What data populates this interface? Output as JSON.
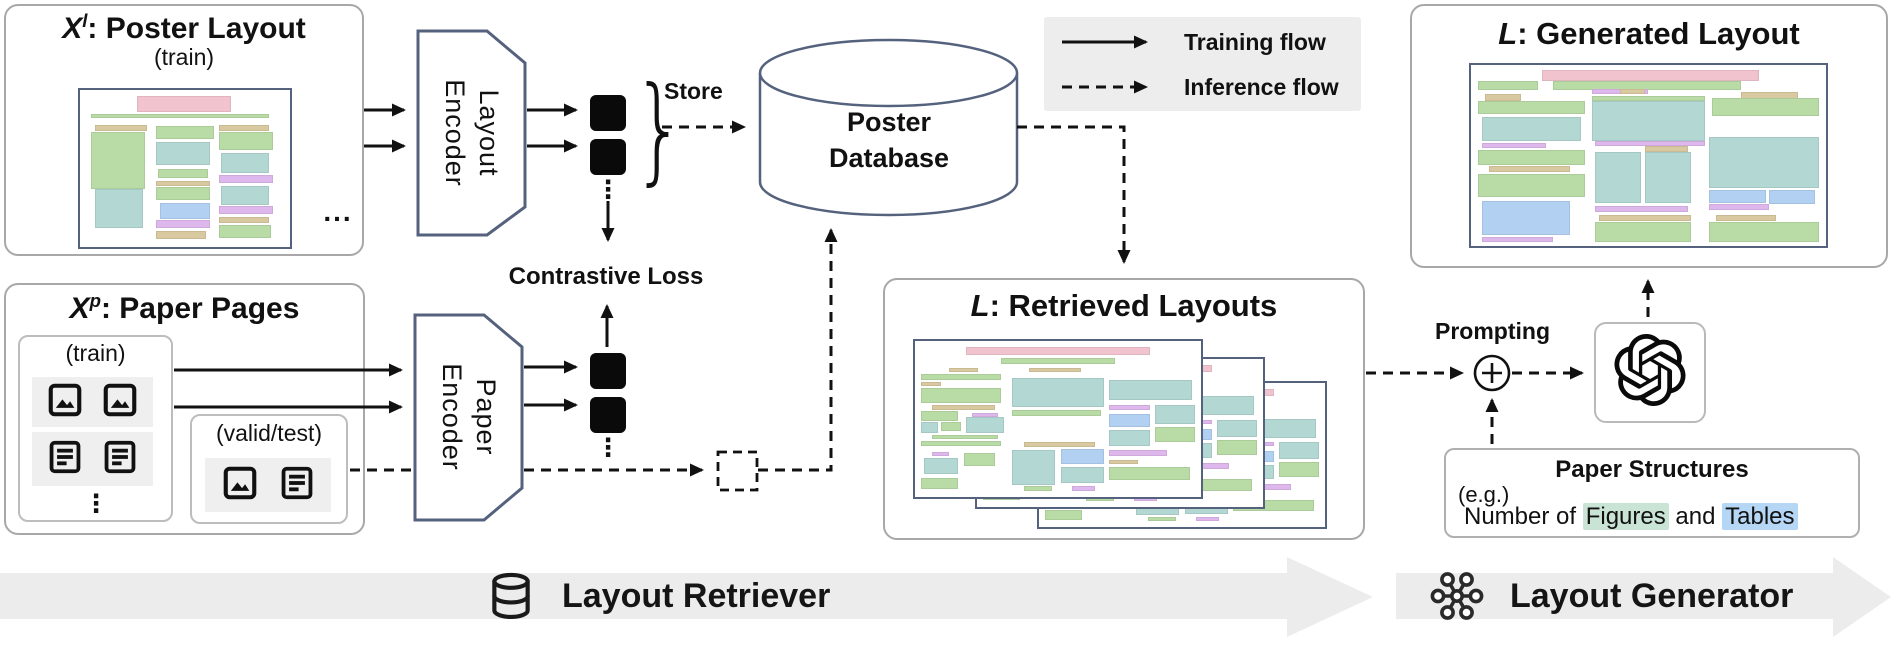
{
  "poster_layout_box": {
    "title_x": "X",
    "title_sup": "l",
    "title_rest": ": Poster Layout",
    "subtitle": "(train)"
  },
  "paper_pages_box": {
    "title_x": "X",
    "title_sup": "p",
    "title_rest": ": Paper Pages",
    "train_label": "(train)",
    "validtest_label": "(valid/test)"
  },
  "layout_encoder": {
    "line1": "Layout",
    "line2": "Encoder"
  },
  "paper_encoder": {
    "line1": "Paper",
    "line2": "Encoder"
  },
  "store_label": "Store",
  "contrastive_label": "Contrastive Loss",
  "database": {
    "line1": "Poster",
    "line2": "Database"
  },
  "legend": {
    "training": "Training flow",
    "inference": "Inference flow"
  },
  "retrieved_box": {
    "title_l": "L",
    "title_rest": ": Retrieved Layouts"
  },
  "generated_box": {
    "title_l": "L",
    "title_rest": ": Generated Layout"
  },
  "prompting_label": "Prompting",
  "plus_symbol": "+",
  "paper_structures": {
    "title": "Paper Structures",
    "eg": "(e.g.)",
    "text_parts": [
      "Number of ",
      "Figures",
      " and ",
      "Tables"
    ],
    "figures_highlight": "#c9e4d5",
    "tables_highlight": "#b5d6f5"
  },
  "banners": [
    {
      "label": "Layout Retriever",
      "icon": "database-icon"
    },
    {
      "label": "Layout Generator",
      "icon": "hub-icon"
    }
  ],
  "dots_h": "...",
  "dots_v": "⋮",
  "colors": {
    "box_border": "#a8a8a8",
    "shape_stroke": "#55627d",
    "legend_bg": "#ededed",
    "banner_bg": "#ececec",
    "arrow": "#111111"
  },
  "mockups": {
    "colors": {
      "g": "#b9dca6",
      "t": "#b3d8d3",
      "p": "#f0c3cf",
      "v": "#deb7ec",
      "b": "#b1d0f2",
      "k": "#d9c9a0"
    },
    "poster_train": [
      [
        27,
        4,
        45,
        10,
        "p"
      ],
      [
        5,
        15,
        85,
        3,
        "g"
      ],
      [
        7,
        22,
        25,
        4,
        "k"
      ],
      [
        5,
        27,
        26,
        36,
        "g"
      ],
      [
        7,
        63,
        23,
        25,
        "t"
      ],
      [
        36,
        23,
        28,
        8,
        "g"
      ],
      [
        36,
        33,
        26,
        15,
        "t"
      ],
      [
        37,
        50,
        24,
        6,
        "g"
      ],
      [
        36,
        58,
        26,
        3,
        "k"
      ],
      [
        36,
        62,
        26,
        8,
        "g"
      ],
      [
        38,
        72,
        24,
        10,
        "b"
      ],
      [
        36,
        83,
        26,
        5,
        "v"
      ],
      [
        36,
        90,
        24,
        5,
        "k"
      ],
      [
        66,
        22,
        24,
        4,
        "k"
      ],
      [
        66,
        27,
        26,
        11,
        "g"
      ],
      [
        67,
        40,
        23,
        13,
        "t"
      ],
      [
        66,
        54,
        26,
        5,
        "v"
      ],
      [
        67,
        61,
        23,
        12,
        "t"
      ],
      [
        66,
        74,
        26,
        5,
        "v"
      ],
      [
        66,
        81,
        24,
        4,
        "k"
      ],
      [
        66,
        86,
        25,
        8,
        "g"
      ]
    ],
    "generated": [
      [
        20,
        3,
        61,
        6,
        "p"
      ],
      [
        2,
        9,
        17,
        5,
        "g"
      ],
      [
        23,
        9,
        53,
        5,
        "g"
      ],
      [
        34,
        13,
        16,
        3,
        "v"
      ],
      [
        42,
        13,
        7,
        3,
        "k"
      ],
      [
        4,
        16,
        10,
        4,
        "k"
      ],
      [
        2,
        20,
        30,
        7,
        "g"
      ],
      [
        34,
        17,
        32,
        3,
        "g"
      ],
      [
        76,
        15,
        16,
        4,
        "k"
      ],
      [
        68,
        18,
        30,
        10,
        "g"
      ],
      [
        3,
        29,
        28,
        13,
        "t"
      ],
      [
        34,
        20,
        32,
        22,
        "t"
      ],
      [
        3,
        43,
        18,
        3,
        "v"
      ],
      [
        35,
        42,
        31,
        3,
        "v"
      ],
      [
        2,
        47,
        30,
        8,
        "g"
      ],
      [
        49,
        45,
        12,
        3,
        "k"
      ],
      [
        5,
        56,
        23,
        3,
        "k"
      ],
      [
        2,
        60,
        30,
        13,
        "g"
      ],
      [
        35,
        48,
        13,
        28,
        "t"
      ],
      [
        49,
        48,
        13,
        28,
        "t"
      ],
      [
        67,
        40,
        31,
        28,
        "t"
      ],
      [
        3,
        75,
        25,
        19,
        "b"
      ],
      [
        3,
        95,
        20,
        3,
        "v"
      ],
      [
        35,
        78,
        26,
        3,
        "v"
      ],
      [
        36,
        83,
        26,
        3,
        "k"
      ],
      [
        35,
        87,
        27,
        11,
        "g"
      ],
      [
        67,
        69,
        16,
        7,
        "b"
      ],
      [
        84,
        69,
        13,
        8,
        "b"
      ],
      [
        67,
        77,
        17,
        3,
        "v"
      ],
      [
        69,
        83,
        17,
        3,
        "k"
      ],
      [
        67,
        87,
        31,
        11,
        "g"
      ]
    ],
    "retrieved": [
      [
        18,
        4,
        64,
        5,
        "p"
      ],
      [
        30,
        11,
        40,
        4,
        "g"
      ],
      [
        12,
        17,
        10,
        3,
        "k"
      ],
      [
        40,
        17,
        18,
        3,
        "k"
      ],
      [
        2,
        21,
        28,
        4,
        "g"
      ],
      [
        2,
        26,
        7,
        3,
        "k"
      ],
      [
        2,
        30,
        28,
        10,
        "g"
      ],
      [
        34,
        24,
        32,
        18,
        "t"
      ],
      [
        68,
        25,
        29,
        13,
        "t"
      ],
      [
        6,
        41,
        22,
        3,
        "k"
      ],
      [
        2,
        45,
        13,
        6,
        "g"
      ],
      [
        20,
        46,
        9,
        3,
        "v"
      ],
      [
        34,
        44,
        31,
        4,
        "g"
      ],
      [
        68,
        41,
        14,
        3,
        "v"
      ],
      [
        84,
        41,
        14,
        12,
        "t"
      ],
      [
        2,
        52,
        6,
        7,
        "t"
      ],
      [
        9,
        52,
        7,
        6,
        "g"
      ],
      [
        18,
        49,
        13,
        10,
        "t"
      ],
      [
        68,
        47,
        14,
        8,
        "b"
      ],
      [
        6,
        60,
        23,
        3,
        "g"
      ],
      [
        2,
        64,
        28,
        3,
        "g"
      ],
      [
        38,
        65,
        25,
        3,
        "k"
      ],
      [
        34,
        70,
        15,
        22,
        "t"
      ],
      [
        51,
        69,
        15,
        10,
        "b"
      ],
      [
        6,
        71,
        6,
        3,
        "v"
      ],
      [
        3,
        75,
        12,
        10,
        "t"
      ],
      [
        17,
        72,
        11,
        8,
        "g"
      ],
      [
        51,
        81,
        15,
        10,
        "t"
      ],
      [
        68,
        57,
        14,
        10,
        "t"
      ],
      [
        84,
        55,
        14,
        10,
        "g"
      ],
      [
        68,
        70,
        20,
        4,
        "v"
      ],
      [
        68,
        76,
        10,
        3,
        "k"
      ],
      [
        68,
        81,
        28,
        8,
        "g"
      ],
      [
        2,
        88,
        13,
        7,
        "g"
      ],
      [
        38,
        93,
        10,
        3,
        "g"
      ],
      [
        55,
        93,
        8,
        3,
        "v"
      ]
    ]
  }
}
